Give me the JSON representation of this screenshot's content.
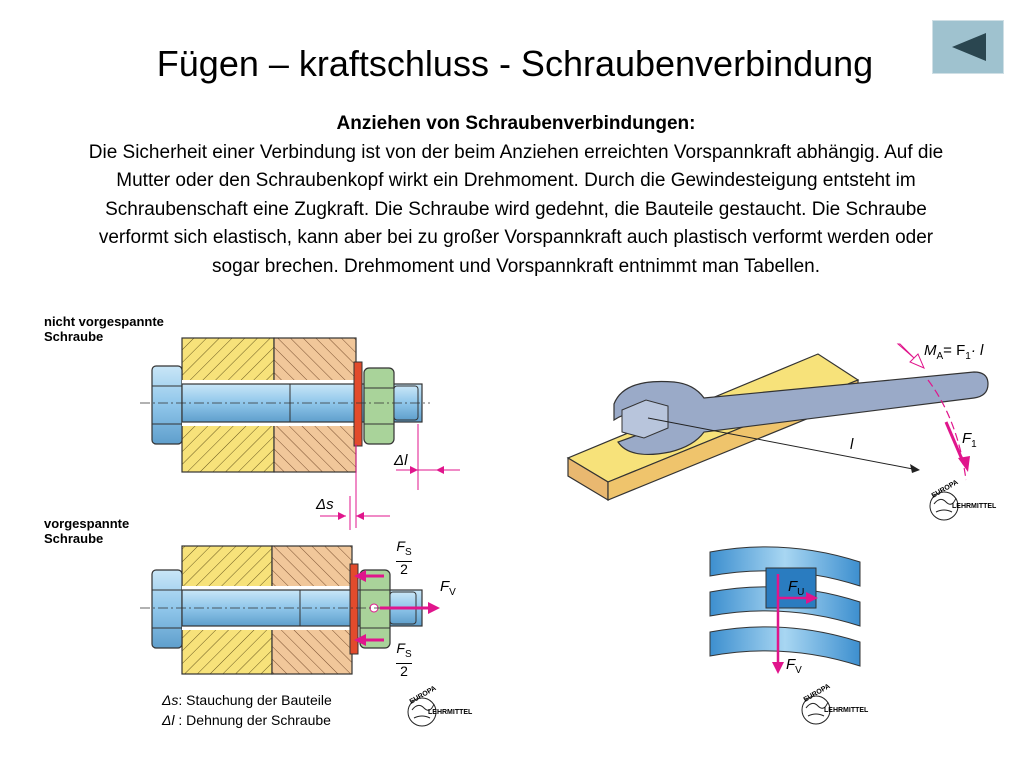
{
  "title": "Fügen – kraftschluss - Schraubenverbindung",
  "nav": {
    "icon": "triangle-left-icon"
  },
  "text": {
    "heading": "Anziehen von Schraubenverbindungen:",
    "body": "Die Sicherheit einer Verbindung ist von der beim Anziehen erreichten Vorspannkraft abhängig. Auf die Mutter oder den Schraubenkopf wirkt ein Drehmoment. Durch die Gewindesteigung entsteht im Schraubenschaft eine Zugkraft. Die Schraube wird gedehnt, die Bauteile gestaucht. Die Schraube verformt sich elastisch, kann aber bei zu großer Vorspannkraft auch plastisch verformt werden oder sogar brechen. Drehmoment und Vorspannkraft entnimmt man Tabellen."
  },
  "figure": {
    "label_top_1": "nicht vorgespannte",
    "label_top_2": "Schraube",
    "label_bottom_1": "vorgespannte",
    "label_bottom_2": "Schraube",
    "delta_l": "Δl",
    "delta_s": "Δs",
    "fs": "F",
    "fs_sub": "S",
    "fs_den": "2",
    "fv": "F",
    "fv_sub": "V",
    "legend_1_sym": "Δs",
    "legend_1_text": ": Stauchung der Bauteile",
    "legend_2_sym": "Δl",
    "legend_2_text": " : Dehnung der Schraube",
    "ma": "M",
    "ma_sub": "A",
    "ma_rest": "= F",
    "ma_sub2": "1",
    "ma_end": "· l",
    "f1": "F",
    "f1_sub": "1",
    "l": "l",
    "fu": "F",
    "fu_sub": "U",
    "fv2": "F",
    "fv2_sub": "V",
    "logo_1": "EUROPA",
    "logo_2": "LEHRMITTEL"
  },
  "colors": {
    "yellow": "#f7e27a",
    "tan": "#f1c79a",
    "bolt_blue": "#8fc6ea",
    "nut_green": "#a9d39a",
    "washer_red": "#e24b2c",
    "magenta": "#e0158c",
    "wrench_blue": "#9aaac8",
    "spring_blue": "#5aa7dc",
    "nav_bg": "#9fc2cf"
  }
}
